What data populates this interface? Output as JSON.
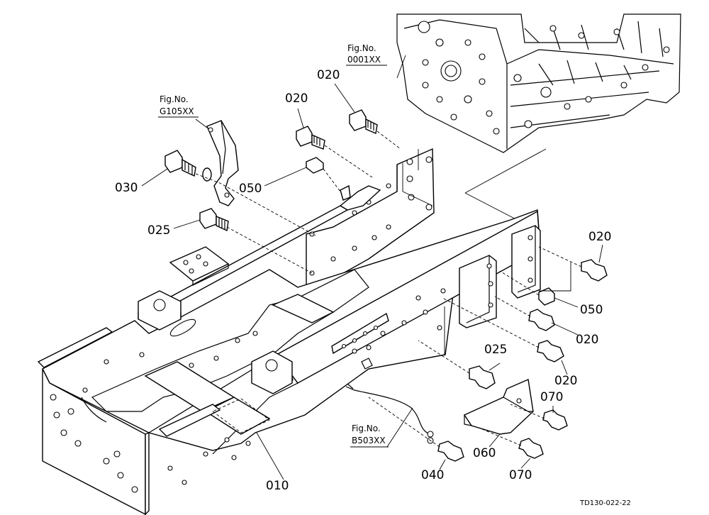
{
  "figure_refs": [
    {
      "line1": "Fig.No.",
      "line2": "0001XX"
    },
    {
      "line1": "Fig.No.",
      "line2": "G105XX"
    },
    {
      "line1": "Fig.No.",
      "line2": "B503XX"
    }
  ],
  "part_labels": [
    "020",
    "020",
    "030",
    "050",
    "025",
    "020",
    "050",
    "020",
    "025",
    "020",
    "070",
    "040",
    "060",
    "070",
    "010"
  ],
  "drawing_code": "TD130-022-22"
}
